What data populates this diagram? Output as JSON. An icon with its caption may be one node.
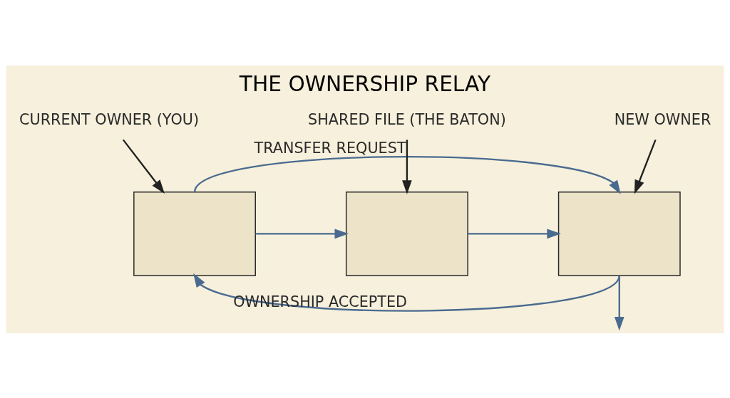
{
  "diagram": {
    "title": "THE OWNERSHIP RELAY",
    "nodes": [
      {
        "text": [],
        "shape": "box"
      },
      {
        "text": [],
        "shape": "box"
      },
      {
        "text": [],
        "shape": "box"
      },
      {
        "text": [
          "SHARED FILE (THE BATON)"
        ]
      },
      {
        "text": [
          "CURRENT OWNER (YOU)"
        ]
      },
      {
        "text": [
          "NEW OWNER"
        ]
      }
    ],
    "edges": [
      {
        "from": 3,
        "to": 1,
        "arrow": "to",
        "color": "#222222"
      },
      {
        "from": 4,
        "to": 0,
        "arrow": "to",
        "color": "#222222"
      },
      {
        "from": 5,
        "to": 2,
        "arrow": "to",
        "color": "#222222"
      },
      {
        "from": 0,
        "to": 1,
        "arrow": "to"
      },
      {
        "from": 1,
        "to": 2,
        "arrow": "to"
      },
      {
        "from": 2,
        "to": null,
        "arrow": "to"
      },
      {
        "from": 0,
        "to": 2,
        "label": "TRANSFER REQUEST",
        "arrow": "to"
      },
      {
        "from": 2,
        "to": 0,
        "label": "OWNERSHIP ACCEPTED",
        "arrow": "to"
      }
    ]
  }
}
